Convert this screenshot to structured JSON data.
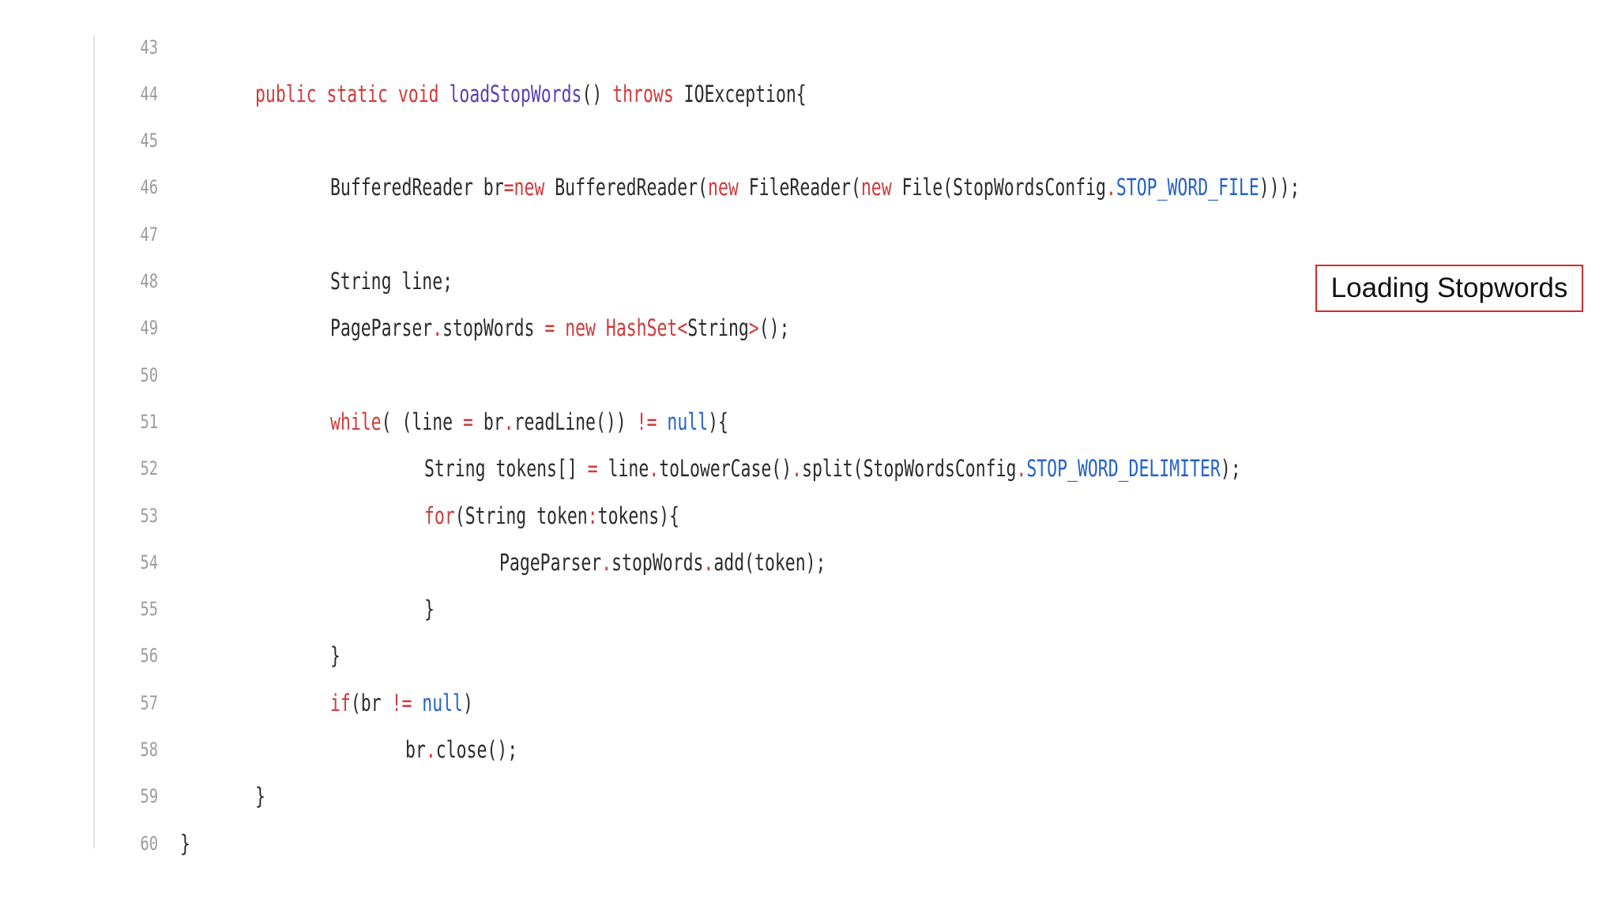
{
  "annotation": {
    "label": "Loading Stopwords"
  },
  "code": {
    "lines": [
      {
        "number": "43",
        "indent": 0,
        "tokens": []
      },
      {
        "number": "44",
        "indent": 1,
        "tokens": [
          {
            "t": "public static void ",
            "c": "kw"
          },
          {
            "t": "loadStopWords",
            "c": "fn"
          },
          {
            "t": "() ",
            "c": "plain"
          },
          {
            "t": "throws",
            "c": "kw"
          },
          {
            "t": " IOException{",
            "c": "plain"
          }
        ]
      },
      {
        "number": "45",
        "indent": 0,
        "tokens": []
      },
      {
        "number": "46",
        "indent": 2,
        "tokens": [
          {
            "t": "BufferedReader br",
            "c": "plain"
          },
          {
            "t": "=new",
            "c": "kw"
          },
          {
            "t": " BufferedReader(",
            "c": "plain"
          },
          {
            "t": "new",
            "c": "kw"
          },
          {
            "t": " FileReader(",
            "c": "plain"
          },
          {
            "t": "new",
            "c": "kw"
          },
          {
            "t": " File(StopWordsConfig",
            "c": "plain"
          },
          {
            "t": ".",
            "c": "op"
          },
          {
            "t": "STOP_WORD_FILE",
            "c": "const"
          },
          {
            "t": ")));",
            "c": "plain"
          }
        ]
      },
      {
        "number": "47",
        "indent": 0,
        "tokens": []
      },
      {
        "number": "48",
        "indent": 2,
        "tokens": [
          {
            "t": "String line;",
            "c": "plain"
          }
        ]
      },
      {
        "number": "49",
        "indent": 2,
        "tokens": [
          {
            "t": "PageParser",
            "c": "plain"
          },
          {
            "t": ".",
            "c": "op"
          },
          {
            "t": "stopWords ",
            "c": "plain"
          },
          {
            "t": "=",
            "c": "op"
          },
          {
            "t": " ",
            "c": "plain"
          },
          {
            "t": "new",
            "c": "kw"
          },
          {
            "t": " ",
            "c": "plain"
          },
          {
            "t": "HashSet<",
            "c": "kw"
          },
          {
            "t": "String",
            "c": "plain"
          },
          {
            "t": ">",
            "c": "kw"
          },
          {
            "t": "();",
            "c": "plain"
          }
        ]
      },
      {
        "number": "50",
        "indent": 0,
        "tokens": []
      },
      {
        "number": "51",
        "indent": 2,
        "tokens": [
          {
            "t": "while",
            "c": "kw"
          },
          {
            "t": "( (line ",
            "c": "plain"
          },
          {
            "t": "=",
            "c": "op"
          },
          {
            "t": " br",
            "c": "plain"
          },
          {
            "t": ".",
            "c": "op"
          },
          {
            "t": "readLine()) ",
            "c": "plain"
          },
          {
            "t": "!=",
            "c": "op"
          },
          {
            "t": " ",
            "c": "plain"
          },
          {
            "t": "null",
            "c": "const"
          },
          {
            "t": "){",
            "c": "plain"
          }
        ]
      },
      {
        "number": "52",
        "indent": 3,
        "tokens": [
          {
            "t": "String tokens[] ",
            "c": "plain"
          },
          {
            "t": "=",
            "c": "op"
          },
          {
            "t": " line",
            "c": "plain"
          },
          {
            "t": ".",
            "c": "op"
          },
          {
            "t": "toLowerCase()",
            "c": "plain"
          },
          {
            "t": ".",
            "c": "op"
          },
          {
            "t": "split(StopWordsConfig",
            "c": "plain"
          },
          {
            "t": ".",
            "c": "op"
          },
          {
            "t": "STOP_WORD_DELIMITER",
            "c": "const"
          },
          {
            "t": ");",
            "c": "plain"
          }
        ]
      },
      {
        "number": "53",
        "indent": 3,
        "tokens": [
          {
            "t": "for",
            "c": "kw"
          },
          {
            "t": "(String token",
            "c": "plain"
          },
          {
            "t": ":",
            "c": "op"
          },
          {
            "t": "tokens){",
            "c": "plain"
          }
        ]
      },
      {
        "number": "54",
        "indent": 4,
        "tokens": [
          {
            "t": "PageParser",
            "c": "plain"
          },
          {
            "t": ".",
            "c": "op"
          },
          {
            "t": "stopWords",
            "c": "plain"
          },
          {
            "t": ".",
            "c": "op"
          },
          {
            "t": "add(token);",
            "c": "plain"
          }
        ]
      },
      {
        "number": "55",
        "indent": 3,
        "tokens": [
          {
            "t": "}",
            "c": "plain"
          }
        ]
      },
      {
        "number": "56",
        "indent": 2,
        "tokens": [
          {
            "t": "}",
            "c": "plain"
          }
        ]
      },
      {
        "number": "57",
        "indent": 2,
        "tokens": [
          {
            "t": "if",
            "c": "kw"
          },
          {
            "t": "(br ",
            "c": "plain"
          },
          {
            "t": "!=",
            "c": "op"
          },
          {
            "t": " ",
            "c": "plain"
          },
          {
            "t": "null",
            "c": "const"
          },
          {
            "t": ")",
            "c": "plain"
          }
        ]
      },
      {
        "number": "58",
        "indent": 5,
        "tokens": [
          {
            "t": "br",
            "c": "plain"
          },
          {
            "t": ".",
            "c": "op"
          },
          {
            "t": "close();",
            "c": "plain"
          }
        ]
      },
      {
        "number": "59",
        "indent": 1,
        "tokens": [
          {
            "t": "}",
            "c": "plain"
          }
        ]
      },
      {
        "number": "60",
        "indent": 0,
        "tokens": [
          {
            "t": "}",
            "c": "plain"
          }
        ]
      }
    ]
  }
}
